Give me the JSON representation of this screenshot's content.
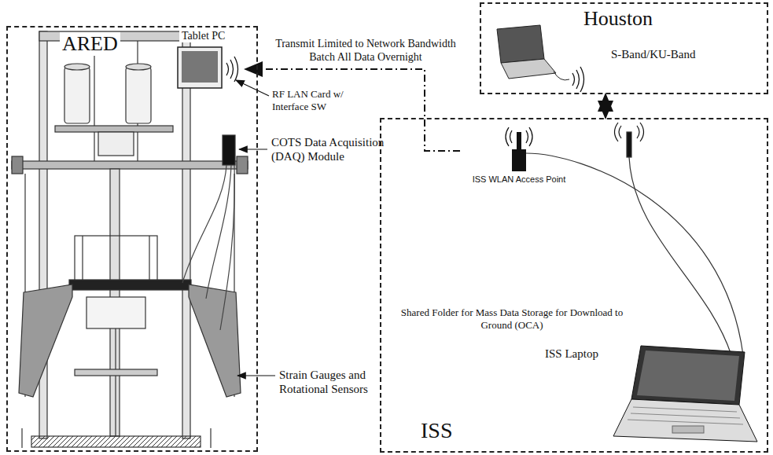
{
  "diagram": {
    "nodes": [
      {
        "text": [
          "ARED"
        ]
      },
      {
        "text": [
          "Tablet PC"
        ],
        "in": 0
      },
      {
        "text": [
          "Houston",
          "S-Band/KU-Band"
        ]
      },
      {
        "text": [
          "ISS"
        ]
      },
      {
        "text": [
          "ISS WLAN Access Point"
        ],
        "in": 3
      },
      {
        "text": [
          "ISS Laptop"
        ],
        "in": 3
      }
    ],
    "edges": [
      {
        "from": 4,
        "to": 1,
        "arrow": "to"
      },
      {
        "from": 2,
        "to": 3,
        "arrow": "both"
      }
    ],
    "labels": [
      "Transmit Limited to Network Bandwidth",
      "Batch All Data Overnight",
      "RF LAN Card w/ Interface SW",
      "COTS Data Acquisition (DAQ) Module",
      "Strain Gauges and Rotational Sensors",
      "Shared Folder for Mass Data Storage for Download to Ground (OCA)"
    ]
  }
}
